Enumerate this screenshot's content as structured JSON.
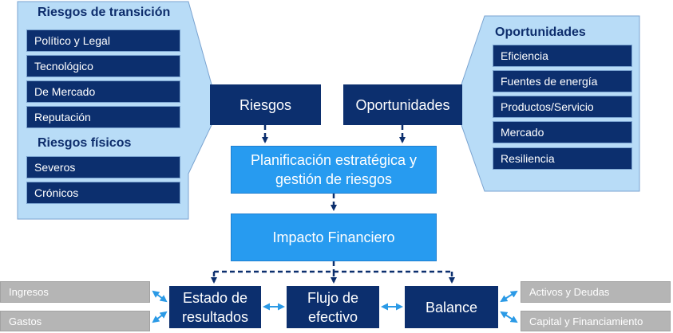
{
  "colors": {
    "navy": "#0c2f6e",
    "bright_blue": "#279bf0",
    "light_panel": "#b8dcf7",
    "grey_box": "#b5b5b5",
    "arrow_blue": "#2b9ae6"
  },
  "left_panel": {
    "transition_heading": "Riesgos de transición",
    "transition_items": [
      "Político y Legal",
      "Tecnológico",
      "De Mercado",
      "Reputación"
    ],
    "physical_heading": "Riesgos físicos",
    "physical_items": [
      "Severos",
      "Crónicos"
    ]
  },
  "right_panel": {
    "heading": "Oportunidades",
    "items": [
      "Eficiencia",
      "Fuentes de energía",
      "Productos/Servicio",
      "Mercado",
      "Resiliencia"
    ]
  },
  "center": {
    "riesgos": "Riesgos",
    "oportunidades": "Oportunidades",
    "planificacion": "Planificación estratégica y\ngestión de riesgos",
    "impacto": "Impacto Financiero"
  },
  "bottom": {
    "estado": "Estado de\nresultados",
    "flujo": "Flujo de\nefectivo",
    "balance": "Balance",
    "ingresos": "Ingresos",
    "gastos": "Gastos",
    "activos": "Activos y Deudas",
    "capital": "Capital y Financiamiento"
  }
}
